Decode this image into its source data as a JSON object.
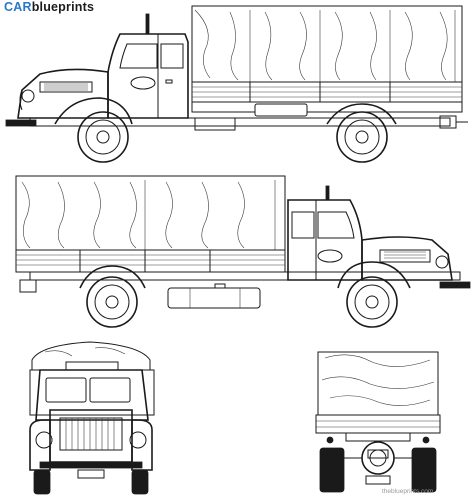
{
  "logo": {
    "brand": "CAR",
    "product": "blueprints"
  },
  "cab_script": "",
  "watermark": "theblueprints.com",
  "colors": {
    "brand_blue": "#2a78c6",
    "line": "#1a1a1a",
    "paper": "#ffffff"
  },
  "views": [
    "side-view-left",
    "side-view-right",
    "front-view",
    "rear-view"
  ]
}
